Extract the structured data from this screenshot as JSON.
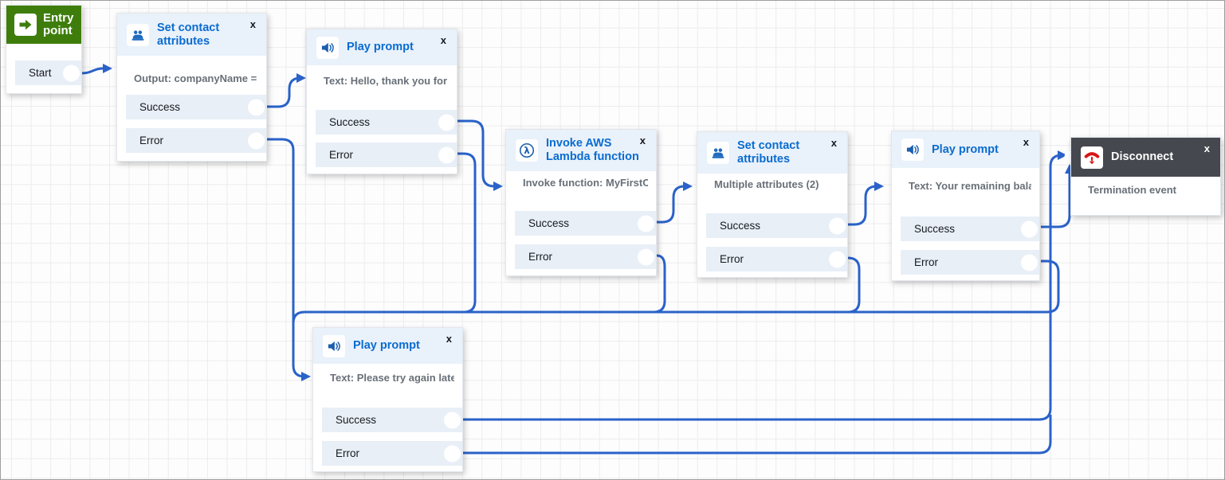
{
  "app": "contact-flow-editor",
  "colors": {
    "connector": "#2a62c9",
    "node_title_blue": "#0a6cd0",
    "header_light_blue": "#e9f1fa",
    "row_blue": "#e9eff7",
    "entry_green": "#3e7d0c",
    "disconnect_header": "#45484e",
    "disconnect_icon_red": "#d91515",
    "description_gray": "#687078"
  },
  "close_label": "x",
  "nodes": [
    {
      "id": "entry-point",
      "title": "Entry point",
      "icon": "entry-arrow-icon",
      "branches": [
        {
          "label": "Start"
        }
      ]
    },
    {
      "id": "set-contact-attributes-1",
      "title": "Set contact attributes",
      "icon": "contact-attributes-icon",
      "description": "Output: companyName = ...",
      "branches": [
        {
          "label": "Success"
        },
        {
          "label": "Error"
        }
      ]
    },
    {
      "id": "play-prompt-1",
      "title": "Play prompt",
      "icon": "speaker-icon",
      "description": "Text: Hello, thank you for ...",
      "branches": [
        {
          "label": "Success"
        },
        {
          "label": "Error"
        }
      ]
    },
    {
      "id": "invoke-aws-lambda-function",
      "title": "Invoke AWS Lambda function",
      "icon": "lambda-icon",
      "description": "Invoke function: MyFirstC...",
      "branches": [
        {
          "label": "Success"
        },
        {
          "label": "Error"
        }
      ]
    },
    {
      "id": "set-contact-attributes-2",
      "title": "Set contact attributes",
      "icon": "contact-attributes-icon",
      "description": "Multiple attributes (2)",
      "branches": [
        {
          "label": "Success"
        },
        {
          "label": "Error"
        }
      ]
    },
    {
      "id": "play-prompt-2",
      "title": "Play prompt",
      "icon": "speaker-icon",
      "description": "Text: Your remaining bala...",
      "branches": [
        {
          "label": "Success"
        },
        {
          "label": "Error"
        }
      ]
    },
    {
      "id": "disconnect",
      "title": "Disconnect",
      "icon": "disconnect-phone-icon",
      "description": "Termination event",
      "branches": []
    },
    {
      "id": "play-prompt-3",
      "title": "Play prompt",
      "icon": "speaker-icon",
      "description": "Text: Please try again later.",
      "branches": [
        {
          "label": "Success"
        },
        {
          "label": "Error"
        }
      ]
    }
  ]
}
